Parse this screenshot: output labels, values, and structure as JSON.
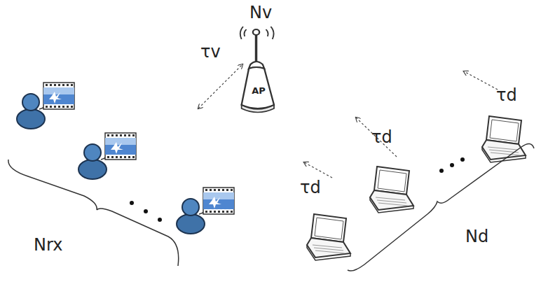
{
  "diagram": {
    "nodes": [
      {
        "text": [
          "AP"
        ]
      }
    ],
    "labels": [
      "Nv",
      "τv",
      "τd",
      "τd",
      "τd",
      "Nrx",
      "Nd"
    ]
  }
}
